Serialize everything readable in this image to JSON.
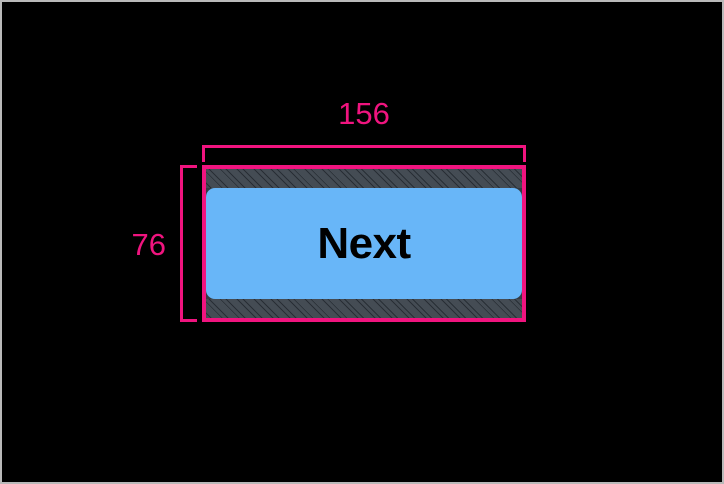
{
  "inspector": {
    "canvas_background": "#000000",
    "accent_color": "#f0147f",
    "element": {
      "label": "Next",
      "content_color": "#68b6f8",
      "text_color": "#000000",
      "box_model_band_color": "#333b44"
    },
    "measurements": {
      "width": {
        "value": "156",
        "axis": "horizontal"
      },
      "height": {
        "value": "76",
        "axis": "vertical"
      }
    }
  }
}
